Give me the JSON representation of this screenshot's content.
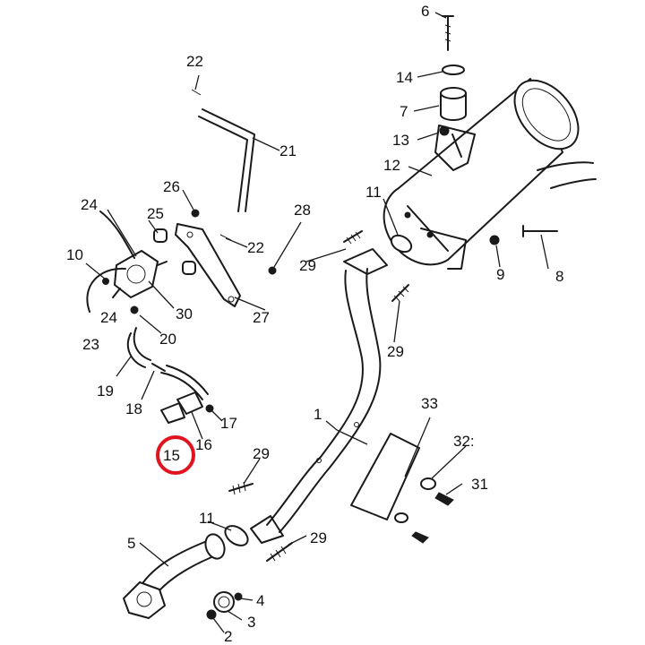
{
  "callouts": {
    "c1": "1",
    "c2": "2",
    "c3": "3",
    "c4": "4",
    "c5": "5",
    "c6": "6",
    "c7": "7",
    "c8": "8",
    "c9": "9",
    "c10": "10",
    "c11a": "11",
    "c11b": "11",
    "c12": "12",
    "c13": "13",
    "c14": "14",
    "c15": "15",
    "c16": "16",
    "c17": "17",
    "c18": "18",
    "c19": "19",
    "c20": "20",
    "c21": "21",
    "c22a": "22",
    "c22b": "22",
    "c23": "23",
    "c24a": "24",
    "c24b": "24",
    "c25": "25",
    "c26": "26",
    "c27": "27",
    "c28": "28",
    "c29a": "29",
    "c29b": "29",
    "c29c": "29",
    "c29d": "29",
    "c30": "30",
    "c31": "31",
    "c32": "32:",
    "c33": "33"
  },
  "highlight": {
    "callout": "15",
    "color": "#e0141e"
  }
}
